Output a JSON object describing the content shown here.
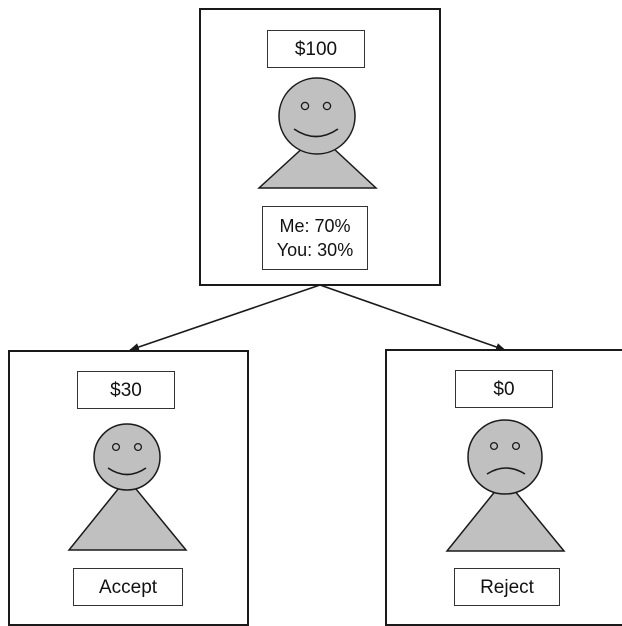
{
  "top_panel": {
    "amount": "$100",
    "split_line1": "Me: 70%",
    "split_line2": "You: 30%",
    "face": "smile"
  },
  "left_panel": {
    "amount": "$30",
    "decision": "Accept",
    "face": "smile"
  },
  "right_panel": {
    "amount": "$0",
    "decision": "Reject",
    "face": "frown"
  },
  "colors": {
    "figure_fill": "#c0c0c0",
    "outline": "#1a1a1a"
  }
}
